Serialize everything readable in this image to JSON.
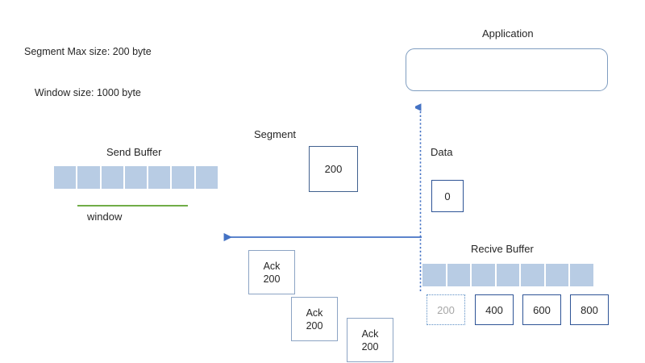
{
  "notes": {
    "line1": "Segment Max size: 200 byte",
    "line2": "Window size: 1000 byte"
  },
  "application": {
    "label": "Application"
  },
  "data_flow": {
    "label": "Data",
    "value": "0"
  },
  "send_side": {
    "buffer_label": "Send Buffer",
    "buffer_cells": 7,
    "window_label": "window"
  },
  "segment": {
    "label": "Segment",
    "value": "200"
  },
  "acks": [
    {
      "line1": "Ack",
      "line2": "200"
    },
    {
      "line1": "Ack",
      "line2": "200"
    },
    {
      "line1": "Ack",
      "line2": "200"
    }
  ],
  "receive_side": {
    "buffer_label": "Recive Buffer",
    "buffer_cells": 7,
    "segments": [
      {
        "value": "200",
        "style": "dotted"
      },
      {
        "value": "400",
        "style": "solid"
      },
      {
        "value": "600",
        "style": "solid"
      },
      {
        "value": "800",
        "style": "solid"
      }
    ]
  },
  "colors": {
    "buffer_fill": "#b8cce4",
    "arrow_blue": "#4472c4",
    "window_green": "#70ad47",
    "box_border_dark": "#2e5496",
    "box_border_light": "#8ca4c4",
    "app_border": "#7f9dc0",
    "dim_text": "#a6a6a6"
  }
}
